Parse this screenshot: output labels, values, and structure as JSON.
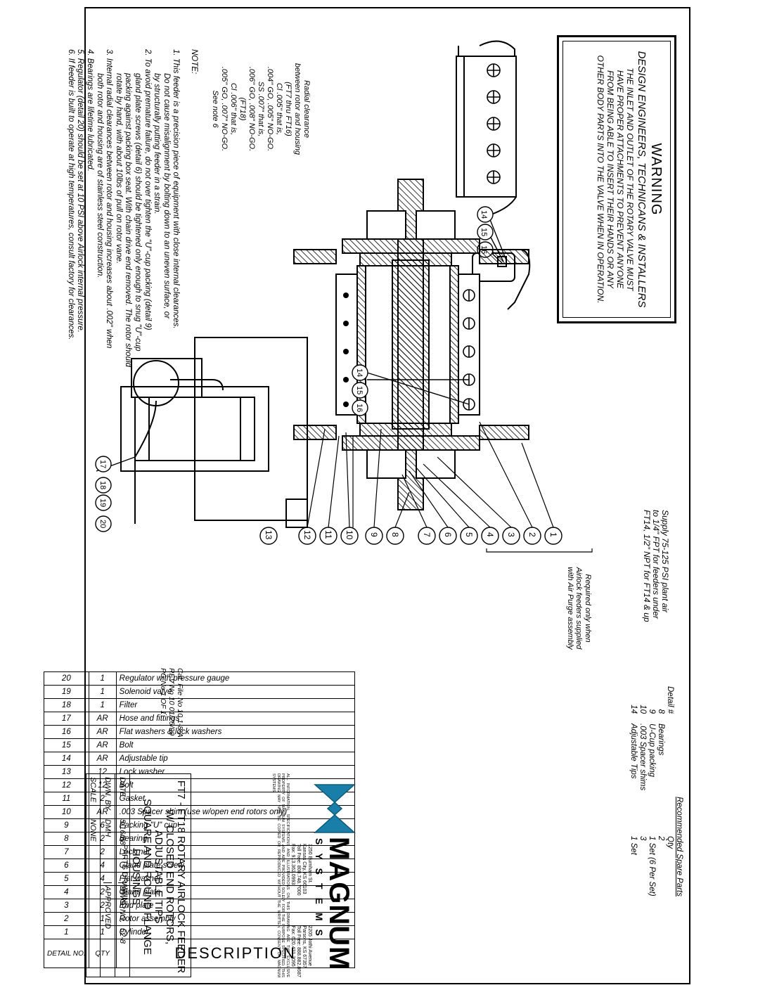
{
  "warning": {
    "title": "WARNING",
    "subtitle": "DESIGN ENGINEERS, TECHNICANS & INSTALLERS",
    "lines": [
      "THE INLET AND OUTLET OF THE ROTARY VALVE MUST",
      "HAVE PROPER ATTACHMENTS TO PREVENT ANYONE",
      "FROM BEING ABLE TO INSERT THEIR HANDS OR ANY",
      "OTHER BODY PARTS INTO THE VALVE WHEN IN OPERATION."
    ]
  },
  "clearance": {
    "lines": [
      "Radial clearance",
      "between rotor and housing",
      "(FT7 thru FT16)",
      "Cl .005\" that is,",
      ".004\" GO, .005\" NO-GO.",
      "SS .007\" that is,",
      ".006\" GO, .008\" NO-GO.",
      "(FT18)",
      "Cl .006\" that is,",
      ".005\" GO, .007\" NO-GO.",
      "See note 6"
    ]
  },
  "notes": {
    "heading": "NOTE:",
    "lines": [
      "1.  This feeder is a precision piece of equipment with close internal clearances.",
      "Do not cause misalignment by bolting down to an uneven surface, or",
      "by structurally putting feeder in a strain.",
      "2.  To avoid premature failure, do not over tighten the \"U\"-cup packing (detail 9)",
      "gland plate screws (detail 6) should be tightened only enough to snug \"U\"-cup",
      "packing against packing box seat. With chain drive end removed. The rotor should",
      "rotate by hand, with about 10lbs of pull on rotor vane.",
      "3.  Internal radial clearances between rotor and housing increases about .002\" when",
      "both rotor and housing are of stainless steel construction.",
      "4.  Bearings are lifetime lubricated.",
      "5.  Regulator (detail 20) should be set at 10 PSI above Airlock internal pressure.",
      "6.  If feeder is built to operate at high temperatures, consult factory for clearances."
    ]
  },
  "supply": {
    "lines": [
      "Supply 75-125 PSI plant air",
      "to 1/4\" FPT for feeders under",
      "FT14, 1/2\" NPT for FT14 & up"
    ]
  },
  "air_purge": {
    "lines": [
      "Required only when",
      "Airlock feeders supplied",
      "with Air Purge assembly"
    ]
  },
  "spare_parts": {
    "heading": "Recommended Spare Parts",
    "col_detail": "Detail #",
    "col_qty": "Qty",
    "rows": [
      {
        "detail": "8",
        "name": "Bearings",
        "qty": "2"
      },
      {
        "detail": "9",
        "name": "U-Cup packing",
        "qty": "1 Set  (6 Per Set)"
      },
      {
        "detail": "10",
        "name": ".003 Spacer shims",
        "qty": "3"
      },
      {
        "detail": "14",
        "name": "Adjustable Tips",
        "qty": "1 Set"
      }
    ]
  },
  "parts_table": {
    "header_detail": "DETAIL NO.",
    "header_qty": "QTY",
    "header_desc": "DESCRIPTION",
    "rows": [
      {
        "no": "20",
        "qty": "1",
        "desc": "Regulator with pressure gauge"
      },
      {
        "no": "19",
        "qty": "1",
        "desc": "Solenoid valve"
      },
      {
        "no": "18",
        "qty": "1",
        "desc": "Filter"
      },
      {
        "no": "17",
        "qty": "AR",
        "desc": "Hose and fittings"
      },
      {
        "no": "16",
        "qty": "AR",
        "desc": "Flat washers & lock washers"
      },
      {
        "no": "15",
        "qty": "AR",
        "desc": "Bolt"
      },
      {
        "no": "14",
        "qty": "AR",
        "desc": "Adjustable tip"
      },
      {
        "no": "13",
        "qty": "12",
        "desc": "Lock washer"
      },
      {
        "no": "12",
        "qty": "12",
        "desc": "Bolt"
      },
      {
        "no": "11",
        "qty": "2",
        "desc": "Gasket"
      },
      {
        "no": "10",
        "qty": "AR",
        "desc": ".003 Spacer shim  (use w/open end rotors only)"
      },
      {
        "no": "9",
        "qty": "6",
        "desc": "Packing \"U\" cup"
      },
      {
        "no": "8",
        "qty": "2",
        "desc": "Bearing"
      },
      {
        "no": "7",
        "qty": "2",
        "desc": "Lock nut"
      },
      {
        "no": "6",
        "qty": "4",
        "desc": "Gland plate screw"
      },
      {
        "no": "5",
        "qty": "4",
        "desc": "Flat washer"
      },
      {
        "no": "4",
        "qty": "2",
        "desc": "Gland plate"
      },
      {
        "no": "3",
        "qty": "2",
        "desc": "End plate"
      },
      {
        "no": "2",
        "qty": "1",
        "desc": "Rotor assembly"
      },
      {
        "no": "1",
        "qty": "1",
        "desc": "Cylinder"
      }
    ]
  },
  "catalog": {
    "lines": [
      "Cat. File No 10.1-8-A",
      "REV No 10  01/25/99",
      "PG No 1 OF 1"
    ]
  },
  "logo": {
    "name": "MAGNUM",
    "systems": "SYSTEMS",
    "address_left": [
      "1250 Burnham St.",
      "Kansas City, KS 66103",
      "Toll Free: 800.748.7000",
      "Fax: 913.362.0993"
    ],
    "address_right": [
      "2205 Jothi Avenue",
      "Parsons, KS 67357",
      "Toll Free: 888.882.8687",
      "Fax: 620.421.3095"
    ],
    "fine_print": "ALL INFORMATION, SPECIFICATIONS AND ILLUSTRATIONS ON THIS DRAWING ARE THE EXCLUSIVE PROPERTY OF MAGNUM SYSTEMS AND ARE PROVIDED SOLELY FOR THE PURPOSE SPECIFIED. THIS DRAWING MAY NOT BE COPIED OR REPRODUCED WITHOUT THE WRITTEN CONSENT OF MAGNUM SYSTEMS."
  },
  "title_block": {
    "title_lines": [
      "FT7 - FT18 ROTARY AIRLOCK FEEDER",
      "W/ CLOSED END ROTORS, ADJUSTABLE TIPS",
      "SQUARE AND ROUND FLANGE HOUSINGS"
    ],
    "subtitle": "PARTS DRAWING",
    "date_label": "DATE",
    "date": "5/16/88",
    "drawn_label": "DWN. BY",
    "drawn": "DMH",
    "scale_label": "SCALE",
    "scale": "NONE",
    "dwg_label": "DWG. NO.",
    "dwg": "52-8",
    "approved_label": "APPROVED",
    "approved": ""
  },
  "callouts_section": [
    "1",
    "2",
    "3",
    "4",
    "5",
    "6",
    "7",
    "8",
    "9",
    "10",
    "11",
    "12",
    "13"
  ],
  "callouts_detail": [
    "14",
    "15",
    "16"
  ],
  "callouts_end": [
    "17",
    "18",
    "19",
    "20"
  ]
}
